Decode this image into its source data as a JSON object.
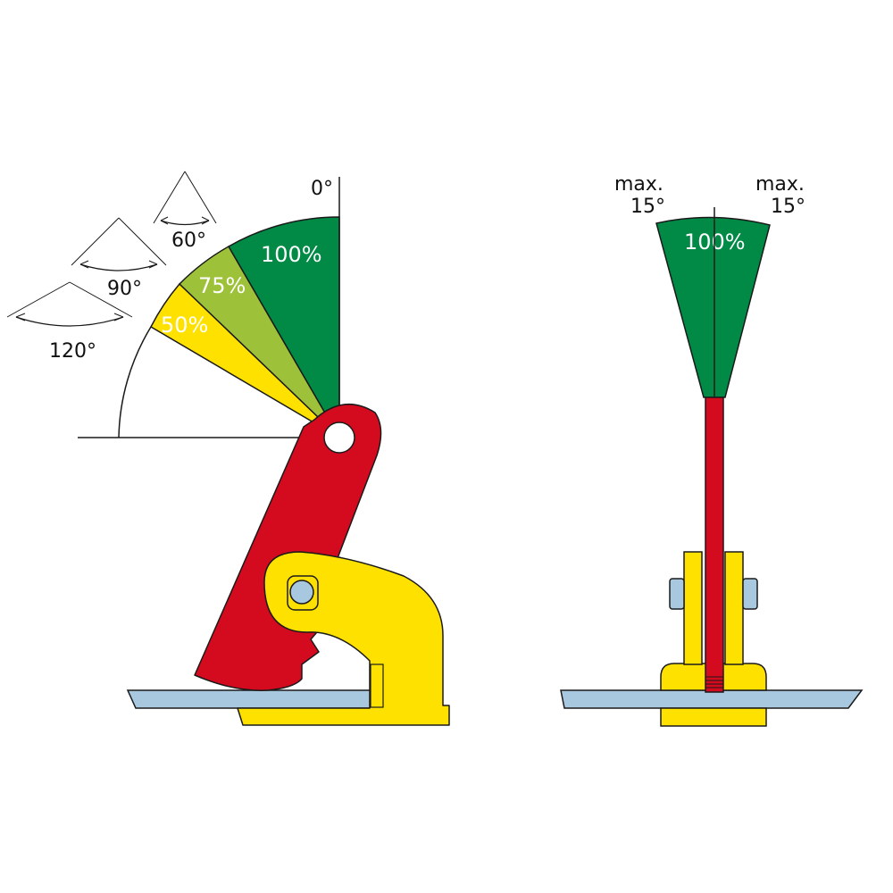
{
  "colors": {
    "green": "#008a45",
    "yellowgreen": "#9dc23a",
    "yellow": "#ffe100",
    "red": "#d40a1e",
    "body_yellow": "#ffe100",
    "plate_blue": "#a8c8e0",
    "pin_blue": "#a8c8e0",
    "outline": "#1a1a1a"
  },
  "side_view": {
    "angle_zero": "0°",
    "zones": [
      {
        "label": "100%",
        "color_key": "green"
      },
      {
        "label": "75%",
        "color_key": "yellowgreen"
      },
      {
        "label": "50%",
        "color_key": "yellow"
      }
    ],
    "angle_labels": [
      "60°",
      "90°",
      "120°"
    ]
  },
  "front_view": {
    "zone_label": "100%",
    "max_left": "max.",
    "deg_left": "15°",
    "max_right": "max.",
    "deg_right": "15°"
  }
}
